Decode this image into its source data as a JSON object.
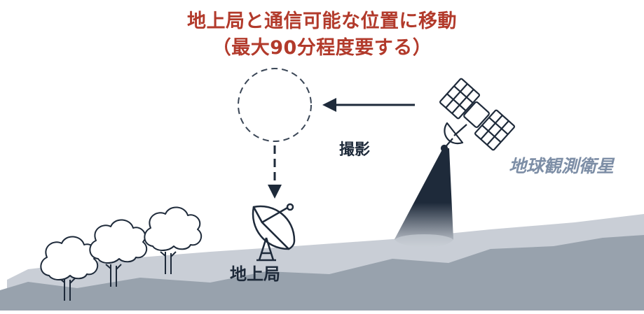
{
  "title": {
    "line1": "地上局と通信可能な位置に移動",
    "line2": "（最大90分程度要する）"
  },
  "labels": {
    "imaging": "撮影",
    "satellite": "地球観測衛星",
    "ground_station": "地上局"
  },
  "colors": {
    "title_red": "#b23a2b",
    "dark_navy": "#1e2a3a",
    "satellite_label": "#7d8ea6",
    "terrain_light": "#c9ced6",
    "terrain_dark": "#98a2ad"
  },
  "icons": [
    "satellite-icon",
    "ground-station-antenna-icon",
    "tree-icon",
    "dashed-circle-icon",
    "arrow-left-icon",
    "arrow-down-icon"
  ]
}
